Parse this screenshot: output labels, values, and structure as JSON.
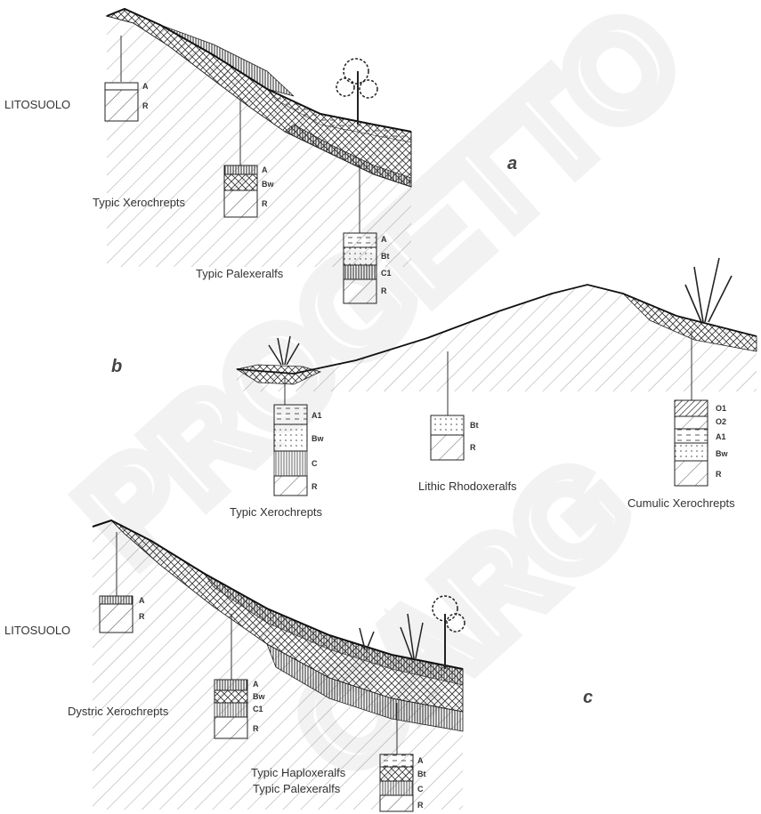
{
  "panels": {
    "a": "a",
    "b": "b",
    "c": "c"
  },
  "watermark": {
    "line1": "PROGETTO",
    "line2": "CARG"
  },
  "profiles": {
    "a_litosuolo": {
      "name": "LITOSUOLO",
      "horizons": [
        "A",
        "R"
      ]
    },
    "a_xerochrepts": {
      "name": "Typic Xerochrepts",
      "horizons": [
        "A",
        "Bw",
        "R"
      ]
    },
    "a_palexeralfs": {
      "name": "Typic Palexeralfs",
      "horizons": [
        "A",
        "Bt",
        "C1",
        "R"
      ]
    },
    "b_xerochrepts": {
      "name": "Typic Xerochrepts",
      "horizons": [
        "A1",
        "Bw",
        "C",
        "R"
      ]
    },
    "b_rhodoxeralfs": {
      "name": "Lithic Rhodoxeralfs",
      "horizons": [
        "Bt",
        "R"
      ]
    },
    "b_cumulic": {
      "name": "Cumulic Xerochrepts",
      "horizons": [
        "O1",
        "O2",
        "A1",
        "Bw",
        "R"
      ]
    },
    "c_litosuolo": {
      "name": "LITOSUOLO",
      "horizons": [
        "A",
        "R"
      ]
    },
    "c_dystric": {
      "name": "Dystric Xerochrepts",
      "horizons": [
        "A",
        "Bw",
        "C1",
        "R"
      ]
    },
    "c_haplo": {
      "name": "Typic Haploxeralfs",
      "name2": "Typic Palexeralfs",
      "horizons": [
        "A",
        "Bt",
        "C",
        "R"
      ]
    }
  },
  "colors": {
    "ink": "#222222",
    "watermark": "#f0f0f0"
  }
}
